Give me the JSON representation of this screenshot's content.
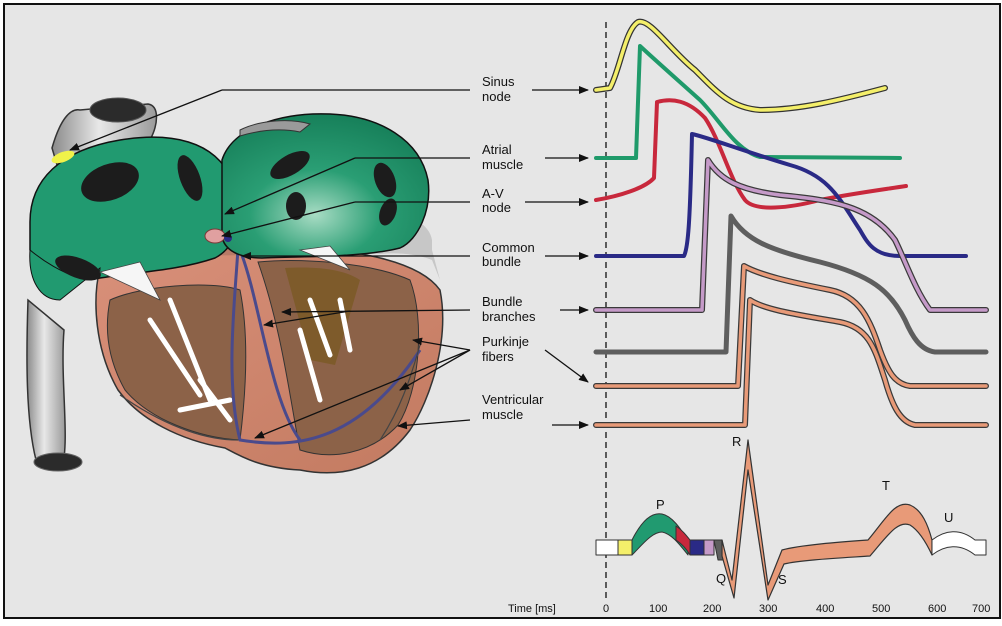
{
  "labels": [
    {
      "line1": "Sinus",
      "line2": "node"
    },
    {
      "line1": "Atrial",
      "line2": "muscle"
    },
    {
      "line1": "A-V",
      "line2": "node"
    },
    {
      "line1": "Common",
      "line2": "bundle"
    },
    {
      "line1": "Bundle",
      "line2": "branches"
    },
    {
      "line1": "Purkinje",
      "line2": "fibers"
    },
    {
      "line1": "Ventricular",
      "line2": "muscle"
    }
  ],
  "ecg": {
    "waves": {
      "P": "P",
      "Q": "Q",
      "R": "R",
      "S": "S",
      "T": "T",
      "U": "U"
    }
  },
  "axis": {
    "label": "Time [ms]",
    "ticks": [
      "0",
      "100",
      "200",
      "300",
      "400",
      "500",
      "600",
      "700"
    ]
  },
  "colors": {
    "sinus_node": "#f4ef6a",
    "atrial_muscle": "#1f9a6a",
    "av_node": "#c8283c",
    "common_bundle": "#2a2a86",
    "bundle_branches": "#b27bb4",
    "purkinje_fibers": "#5e5e5e",
    "ventricular_muscle": "#e89a78",
    "panel_bg": "#e6e6e6",
    "heart_green": "#219a70",
    "heart_brown": "#9a6848"
  },
  "icons": [
    "heart-illustration",
    "arrow-icon",
    "dashed-time-zero-line"
  ]
}
